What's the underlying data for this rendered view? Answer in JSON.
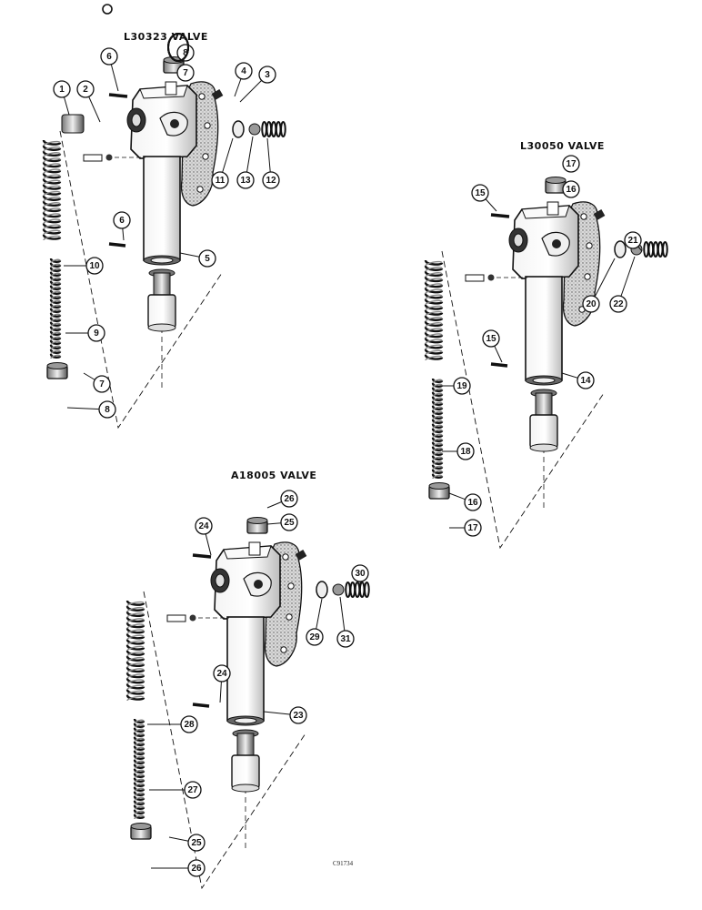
{
  "valves": [
    {
      "title": "L30323 VALVE",
      "callouts": [
        "1",
        "2",
        "3",
        "4",
        "5",
        "6",
        "6",
        "7",
        "7",
        "8",
        "8",
        "9",
        "10",
        "11",
        "12",
        "13"
      ]
    },
    {
      "title": "L30050 VALVE",
      "callouts": [
        "14",
        "15",
        "15",
        "16",
        "16",
        "17",
        "17",
        "18",
        "19",
        "20",
        "21",
        "22"
      ]
    },
    {
      "title": "A18005 VALVE",
      "callouts": [
        "23",
        "24",
        "24",
        "25",
        "25",
        "26",
        "26",
        "27",
        "28",
        "29",
        "30",
        "31"
      ]
    }
  ],
  "figure_number": "C91734"
}
